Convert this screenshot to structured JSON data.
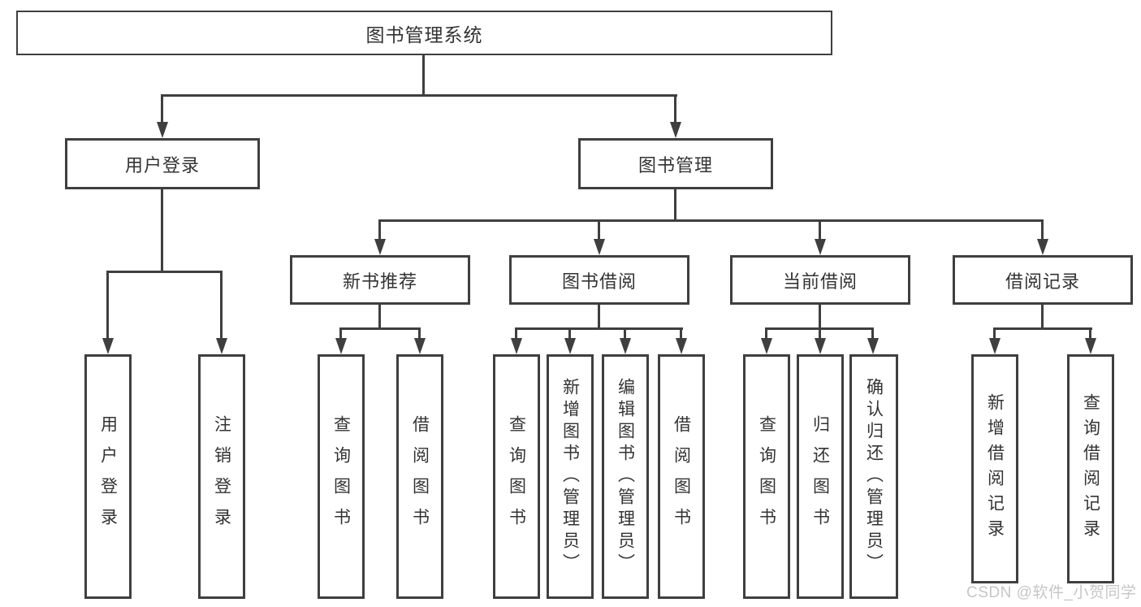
{
  "root": {
    "label": "图书管理系统"
  },
  "branches": {
    "user_login": {
      "label": "用户登录",
      "children": [
        "用户登录",
        "注销登录"
      ]
    },
    "book_management": {
      "label": "图书管理",
      "sections": {
        "new_book": {
          "label": "新书推荐",
          "children": [
            "查询图书",
            "借阅图书"
          ]
        },
        "book_borrow": {
          "label": "图书借阅",
          "children": [
            "查询图书",
            "新增图书（管理员）",
            "编辑图书（管理员）",
            "借阅图书"
          ]
        },
        "current_borrow": {
          "label": "当前借阅",
          "children": [
            "查询图书",
            "归还图书",
            "确认归还（管理员）"
          ]
        },
        "borrow_record": {
          "label": "借阅记录",
          "children": [
            "新增借阅记录",
            "查询借阅记录"
          ]
        }
      }
    }
  },
  "watermark": "CSDN @软件_小贺同学",
  "colors": {
    "line": "#3f3f3f",
    "text": "#333333",
    "node_fill": "#ffffff",
    "background": "#ffffff",
    "watermark": "#c6c6c6"
  }
}
